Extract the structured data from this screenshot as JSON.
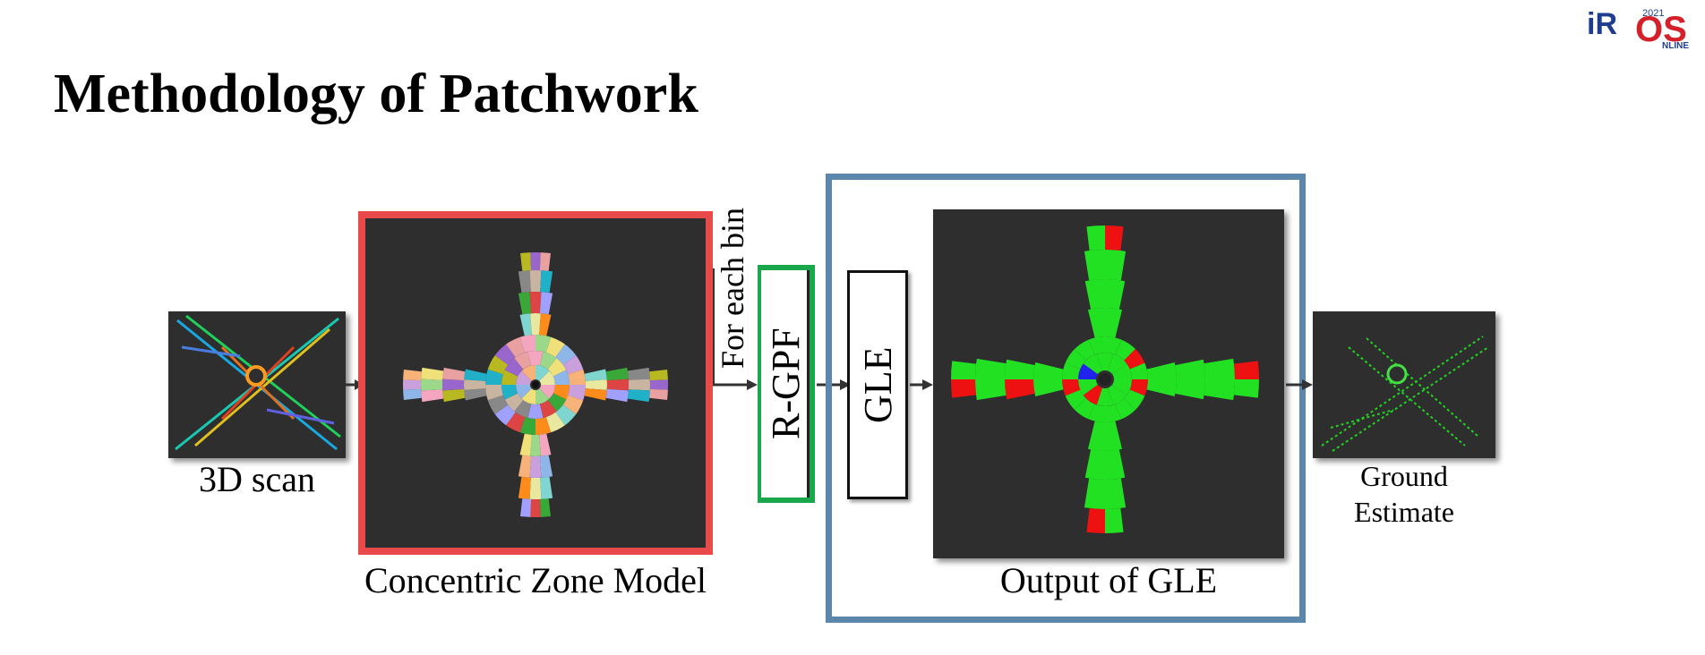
{
  "title": "Methodology of Patchwork",
  "logo": {
    "year": "2021",
    "text_a": "iR",
    "text_b": "OS",
    "text_c": "NLINE"
  },
  "input": {
    "caption": "3D scan"
  },
  "czm": {
    "caption": "Concentric Zone Model",
    "border_color": "#e84a4a"
  },
  "step_label": "For each bin",
  "rgpf": {
    "label": "R-GPF",
    "border_color": "#1aa64a"
  },
  "gle": {
    "label": "GLE",
    "caption": "Output of GLE",
    "group_border_color": "#5b87ad"
  },
  "output": {
    "caption_line1": "Ground",
    "caption_line2": "Estimate"
  },
  "colors": {
    "ground": "#22e022",
    "nonground": "#ee1111",
    "uncertain": "#2222ee",
    "panel_bg": "#2e2e2e"
  }
}
